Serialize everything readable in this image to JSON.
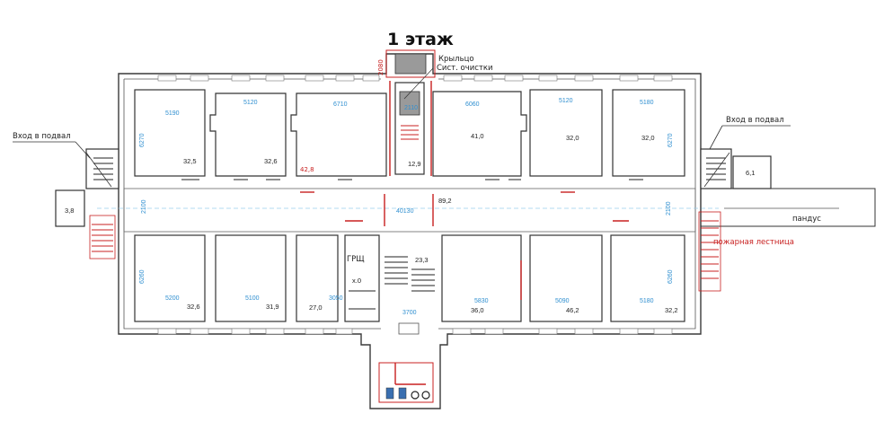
{
  "title": "1 этаж",
  "labels": {
    "porch": "Крыльцо",
    "cleaning": "Сист. очистки",
    "basement_left": "Вход в подвал",
    "basement_right": "Вход в подвал",
    "ramp": "пандус",
    "fire_stairs": "пожарная лестница",
    "grshch": "ГРЩ",
    "grshch_no": "х.0"
  },
  "dimensions": {
    "porch_h": "2080",
    "porch_w": "2110",
    "corridor_w": "2100",
    "corridor_w_right": "2100",
    "corridor_len": "40130",
    "bottom_center": "3700",
    "top": [
      "5190",
      "5120",
      "6710",
      "6060",
      "5120",
      "5180"
    ],
    "bottom": [
      "5200",
      "5100",
      "3050",
      "5830",
      "5090",
      "5180"
    ],
    "depth": [
      "6270",
      "6270",
      "6260",
      "6260"
    ]
  },
  "areas": {
    "top": [
      "32,5",
      "32,6",
      "42,8",
      "41,0",
      "32,0",
      "32,0"
    ],
    "bottom": [
      "32,6",
      "31,9",
      "27,0",
      "36,0",
      "46,2",
      "32,2"
    ],
    "stair_top": "12,9",
    "corridor": "89,2",
    "stair_bottom": "23,3",
    "left_annex": "3,8",
    "right_annex": "6,1"
  }
}
